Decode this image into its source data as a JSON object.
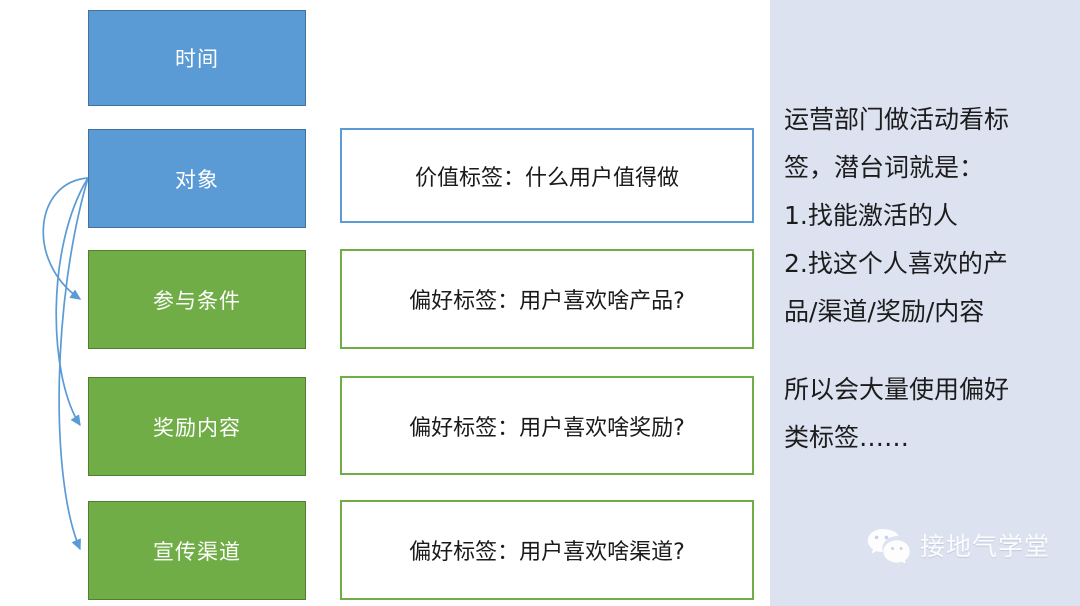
{
  "diagram": {
    "stages": [
      {
        "label": "时间",
        "color": "#5b9bd5",
        "kind": "blue"
      },
      {
        "label": "对象",
        "color": "#5b9bd5",
        "kind": "blue"
      },
      {
        "label": "参与条件",
        "color": "#70ad47",
        "kind": "green"
      },
      {
        "label": "奖励内容",
        "color": "#70ad47",
        "kind": "green"
      },
      {
        "label": "宣传渠道",
        "color": "#70ad47",
        "kind": "green"
      }
    ],
    "details": [
      {
        "text": "价值标签：什么用户值得做",
        "border": "#5b9bd5"
      },
      {
        "text": "偏好标签：用户喜欢啥产品?",
        "border": "#70ad47"
      },
      {
        "text": "偏好标签：用户喜欢啥奖励?",
        "border": "#70ad47"
      },
      {
        "text": "偏好标签：用户喜欢啥渠道?",
        "border": "#70ad47"
      }
    ],
    "arrow_color": "#5b9bd5"
  },
  "sidebar": {
    "background": "#dce2f0",
    "note_lines": [
      "运营部门做活动看标",
      "签，潜台词就是：",
      "1.找能激活的人",
      "2.找这个人喜欢的产",
      "品/渠道/奖励/内容"
    ],
    "note_lines_2": [
      "所以会大量使用偏好",
      "类标签……"
    ]
  },
  "watermark": {
    "icon": "wechat-icon",
    "text": "接地气学堂"
  }
}
